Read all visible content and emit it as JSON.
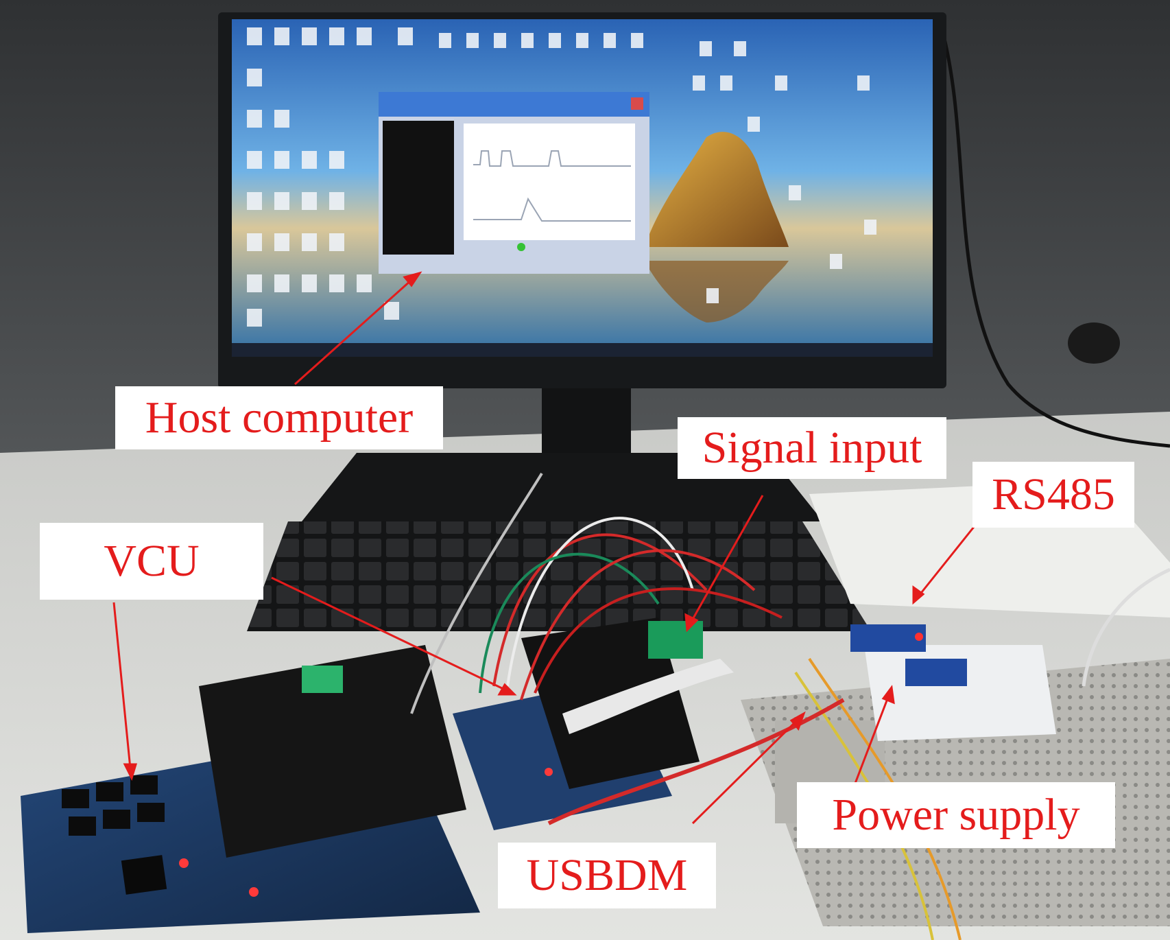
{
  "labels": {
    "host_computer": "Host computer",
    "signal_input": "Signal input",
    "rs485": "RS485",
    "vcu": "VCU",
    "power_supply": "Power supply",
    "usbdm": "USBDM"
  },
  "colors": {
    "label_text": "#e41c1c",
    "label_bg": "#ffffff",
    "arrow": "#e41c1c",
    "desk": "#d8d9d6",
    "wall": "#3a3c3e",
    "monitor_bezel": "#17191b",
    "board_blue": "#1f3a62"
  },
  "icons": [
    "arrow-host-computer",
    "arrow-signal-input",
    "arrow-rs485",
    "arrow-vcu",
    "arrow-vcu-2",
    "arrow-power-supply",
    "arrow-usbdm"
  ]
}
